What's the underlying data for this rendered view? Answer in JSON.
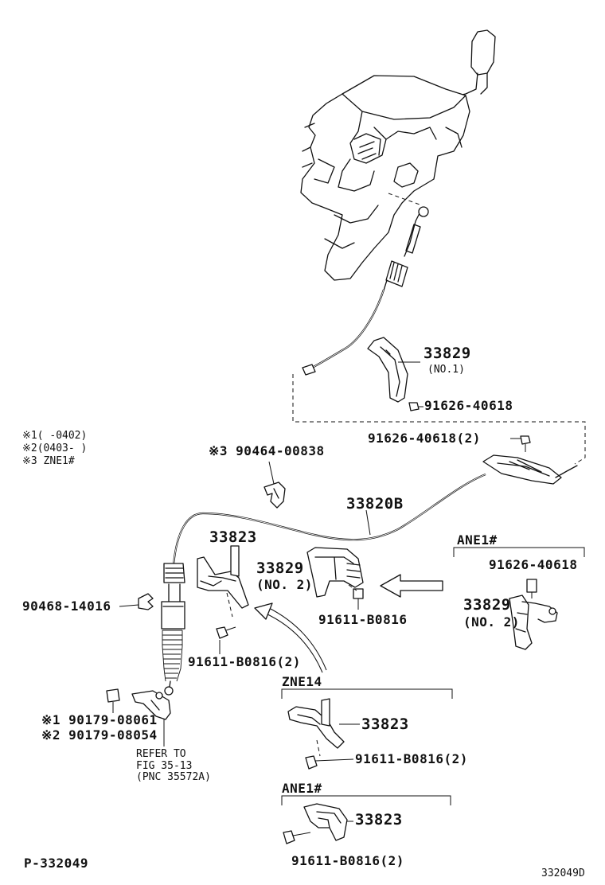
{
  "figure_id": "P-332049",
  "drawing_code": "332049D",
  "notes": {
    "n1": "※1(      -0402)",
    "n2": "※2(0403-      )",
    "n3": "※3 ZNE1#"
  },
  "parts": {
    "p33829_no1": "33829",
    "p33829_no1_sub": "(NO.1)",
    "p91626_a": "91626-40618",
    "p91626_2": "91626-40618(2)",
    "p90464": "※3 90464-00838",
    "p33820b": "33820B",
    "p33823_main": "33823",
    "p33829_no2": "33829",
    "p33829_no2_sub": "(NO. 2)",
    "p91611_main": "91611-B0816",
    "p90468": "90468-14016",
    "p91611_2": "91611-B0816(2)",
    "p90179_a": "※1 90179-08061",
    "p90179_b": "※2 90179-08054",
    "refer_line1": "REFER TO",
    "refer_line2": "FIG 35-13",
    "refer_line3": "(PNC 35572A)",
    "ane1_header": "ANE1#",
    "p91626_ane": "91626-40618",
    "p33829_ane": "33829",
    "p33829_ane_sub": "(NO. 2)",
    "zne14_header": "ZNE14",
    "p33823_zne": "33823",
    "p91611_zne": "91611-B0816(2)",
    "ane1_header_b": "ANE1#",
    "p33823_ane": "33823",
    "p91611_ane": "91611-B0816(2)"
  }
}
